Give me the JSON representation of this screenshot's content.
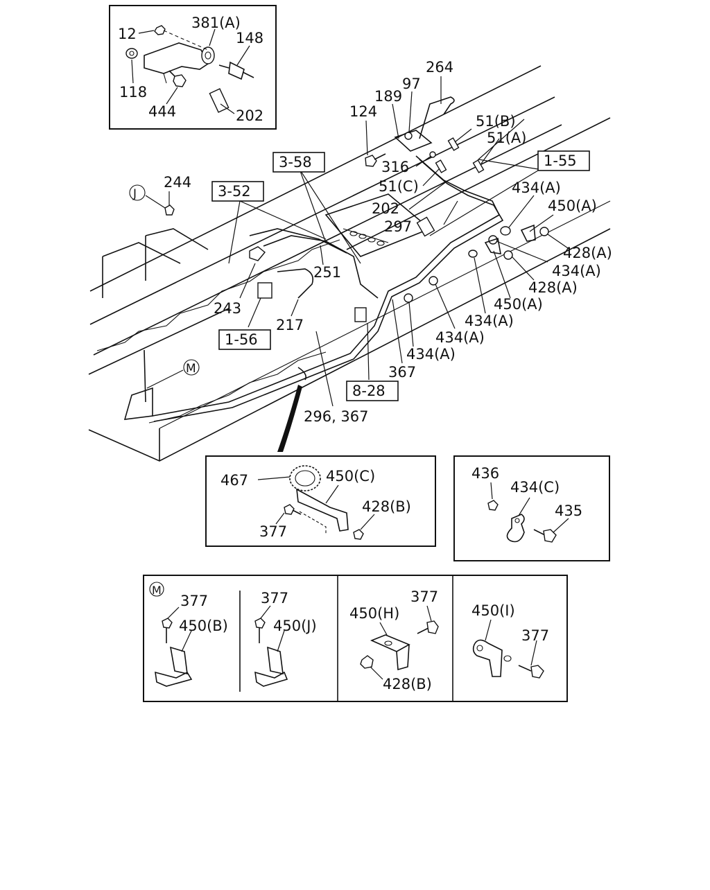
{
  "inset_top_left": {
    "labels": [
      "12",
      "381(A)",
      "148",
      "118",
      "444",
      "202"
    ]
  },
  "main_view": {
    "labels": [
      "264",
      "97",
      "189",
      "124",
      "51(B)",
      "51(A)",
      "316",
      "51(C)",
      "202",
      "297",
      "244",
      "251",
      "243",
      "217",
      "434(A)",
      "450(A)",
      "428(A)",
      "434(A)",
      "428(A)",
      "450(A)",
      "434(A)",
      "434(A)",
      "434(A)",
      "367",
      "296, 367"
    ],
    "refs": [
      "3-58",
      "3-52",
      "1-55",
      "1-56",
      "8-28"
    ],
    "circle_marks": [
      "J",
      "M"
    ]
  },
  "inset_clamp": {
    "labels": [
      "467",
      "450(C)",
      "428(B)",
      "377"
    ]
  },
  "inset_clip": {
    "labels": [
      "436",
      "434(C)",
      "435"
    ]
  },
  "inset_bottom": {
    "circle_mark": "M",
    "labels": [
      "377",
      "450(B)",
      "377",
      "450(J)",
      "450(H)",
      "377",
      "428(B)",
      "450(I)",
      "377"
    ]
  }
}
